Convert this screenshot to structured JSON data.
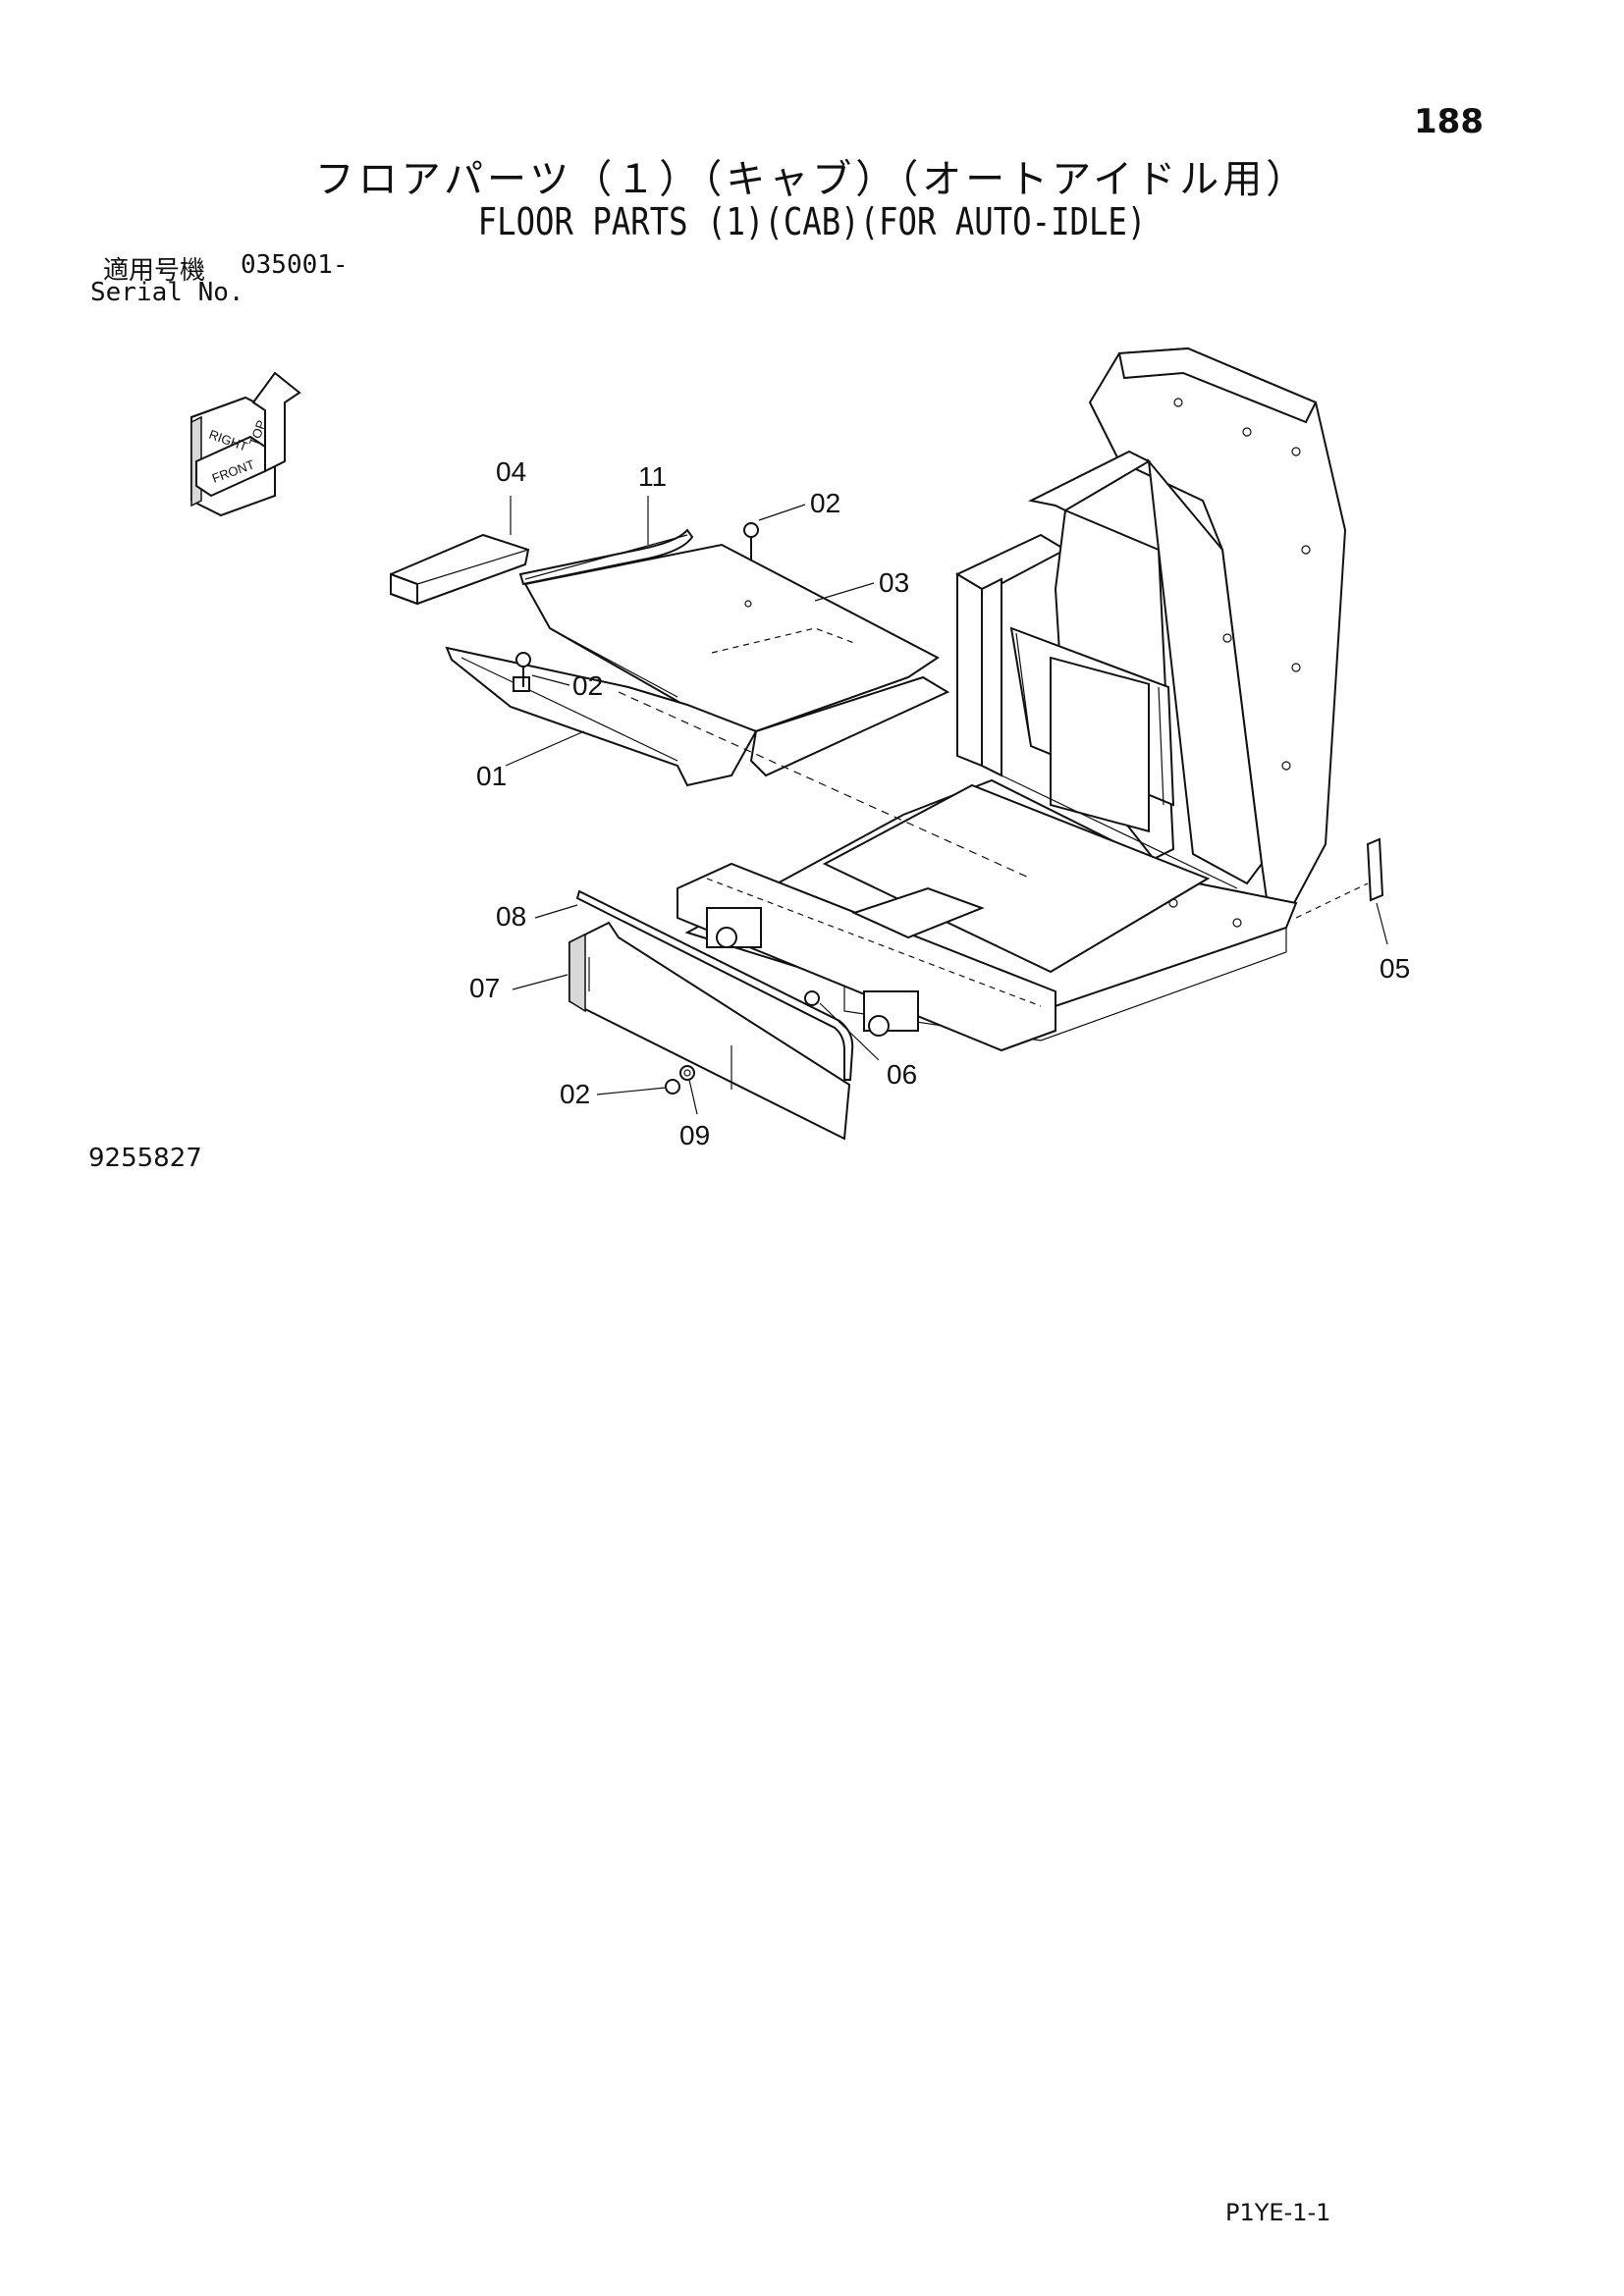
{
  "page_number": "188",
  "title_jp": "フロアパーツ（１）（キャブ）（オートアイドル用）",
  "title_en": "FLOOR PARTS (1)(CAB)(FOR AUTO-IDLE)",
  "serial": {
    "label_jp": "適用号機",
    "code": "035001-",
    "label_en": "Serial No."
  },
  "orientation_labels": {
    "top": "TOP",
    "right": "RIGHT",
    "front": "FRONT"
  },
  "callouts": {
    "c04": "04",
    "c11": "11",
    "c02a": "02",
    "c03": "03",
    "c02b": "02",
    "c01": "01",
    "c08": "08",
    "c07": "07",
    "c06": "06",
    "c05": "05",
    "c02c": "02",
    "c09": "09"
  },
  "drawing_number": "9255827",
  "page_code": "P1YE-1-1"
}
